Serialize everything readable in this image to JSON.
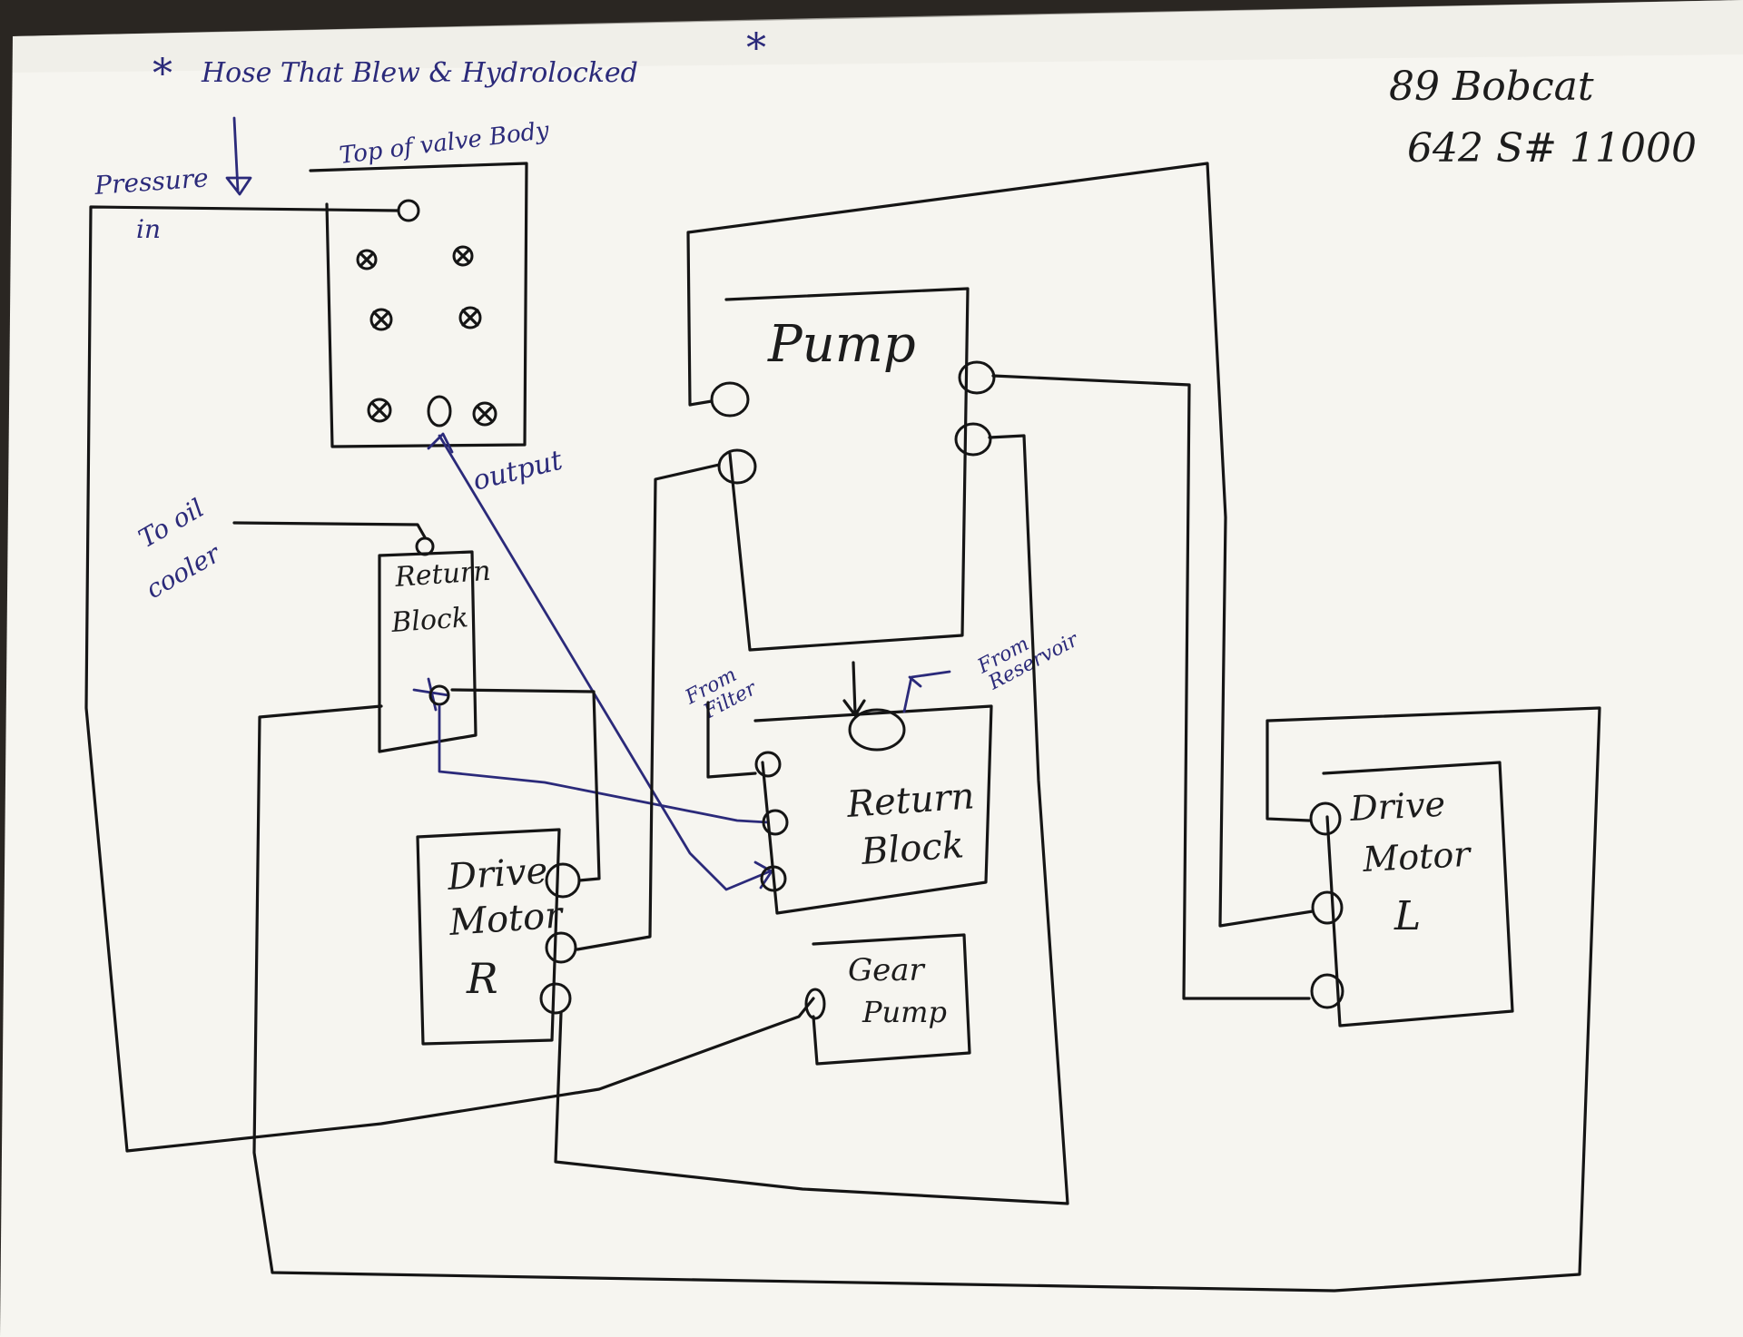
{
  "title_note": {
    "star_left": "*",
    "text": "Hose That Blew & Hydrolocked",
    "star_right": "*"
  },
  "machine": {
    "model": "89 Bobcat",
    "serial": "642 S# 11000"
  },
  "labels": {
    "pressure_in": [
      "Pressure",
      "in"
    ],
    "valve_body": "Top of valve Body",
    "output": "output",
    "to_oil_cooler": [
      "To oil",
      "cooler"
    ],
    "from_filter": [
      "From",
      "Filter"
    ],
    "from_reservoir": [
      "From",
      "Reservoir"
    ]
  },
  "components": {
    "pump": "Pump",
    "return_block_small": [
      "Return",
      "Block"
    ],
    "return_block_large": [
      "Return",
      "Block"
    ],
    "drive_motor_r": [
      "Drive",
      "Motor",
      "R"
    ],
    "drive_motor_l": [
      "Drive",
      "Motor",
      "L"
    ],
    "gear_pump": [
      "Gear",
      "Pump"
    ]
  },
  "colors": {
    "paper": "#f6f5f0",
    "ink": "#151515",
    "blue_ink": "#2b2a7a",
    "background": "#2a2622"
  }
}
